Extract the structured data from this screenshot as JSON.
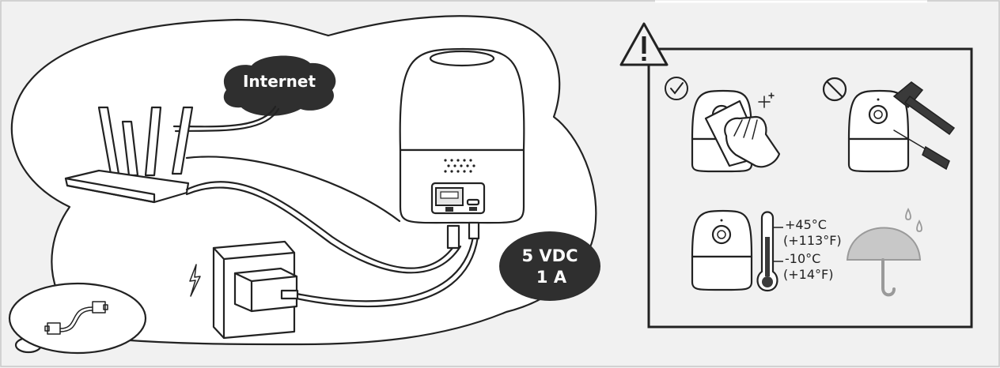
{
  "labels": {
    "internet": "Internet",
    "voltage": "5 VDC",
    "current": "1 A"
  },
  "temperature": {
    "max_c": "+45°C",
    "max_f": "(+113°F)",
    "min_c": "-10°C",
    "min_f": "(+14°F)"
  },
  "icons": {
    "warning": "warning-triangle-icon",
    "allowed": "check-circle-icon",
    "forbidden": "prohibited-icon",
    "power": "lightning-icon",
    "rain": "umbrella-icon"
  }
}
